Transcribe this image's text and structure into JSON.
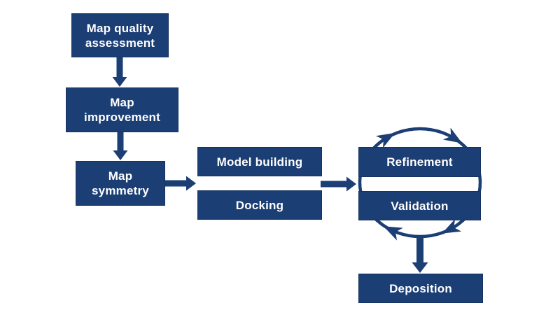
{
  "diagram": {
    "title": "Cryo-EM map to model workflow flowchart",
    "colors": {
      "background": "#ffffff",
      "node_fill": "#1b3e74",
      "node_border": "#16335f",
      "node_text": "#ffffff",
      "arrow": "#1b3e74"
    },
    "nodes": [
      {
        "id": "map-quality-assessment",
        "label": "Map quality\nassessment"
      },
      {
        "id": "map-improvement",
        "label": "Map\nimprovement"
      },
      {
        "id": "map-symmetry",
        "label": "Map\nsymmetry"
      },
      {
        "id": "model-building",
        "label": "Model building"
      },
      {
        "id": "docking",
        "label": "Docking"
      },
      {
        "id": "refinement",
        "label": "Refinement"
      },
      {
        "id": "validation",
        "label": "Validation"
      },
      {
        "id": "deposition",
        "label": "Deposition"
      }
    ],
    "edges": [
      {
        "from": "map-quality-assessment",
        "to": "map-improvement",
        "style": "straight-arrow-down"
      },
      {
        "from": "map-improvement",
        "to": "map-symmetry",
        "style": "straight-arrow-down"
      },
      {
        "from": "map-symmetry",
        "to": "model-building/docking",
        "style": "straight-arrow-right"
      },
      {
        "from": "model-building/docking",
        "to": "refinement/validation",
        "style": "straight-arrow-right"
      },
      {
        "from": "refinement",
        "to": "validation",
        "style": "circular-cycle-clockwise"
      },
      {
        "from": "refinement/validation",
        "to": "deposition",
        "style": "straight-arrow-down"
      }
    ]
  }
}
